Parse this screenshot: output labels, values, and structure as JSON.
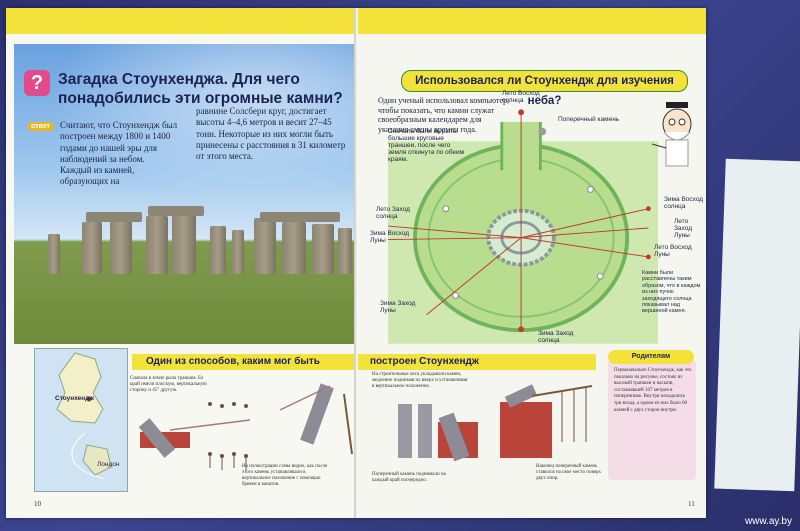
{
  "left_page": {
    "title": "Загадка Стоунхенджа. Для чего понадобились эти огромные камни?",
    "answer_badge": "ответ",
    "paragraph_col1": "Считают, что Стоунхендж был построен между 1800 и 1400 годами до нашей эры для наблюдений за небом. Каждый из камней, образующих на",
    "paragraph_col2": "равнине Солсбери круг, достигает высоты 4–4,6 метров и весит 27–45 тонн. Некоторые из них могли быть принесены с расстояния в 31 километр от этого места.",
    "map_label_stonehenge": "Стоунхендж",
    "map_label_london": "Лондон",
    "page_number": "10",
    "section_heading": "Один из способов, каким мог быть",
    "caption_1": "Сначала в земле рыла траншея. Ее край имели плоскую, вертикальную сторону и 45° другую.",
    "caption_2": "На иллюстрации слева видно, как после этого камень устанавливали в вертикальное положение с помощью бревен и канатов."
  },
  "right_page": {
    "title": "Использовался ли Стоунхендж для изучения неба?",
    "intro": "Один ученый использовал компьютер, чтобы показать, что камни служат своеобразным календарем для указания смены времен года.",
    "note_first": "Сначала были вырыты большие круговые траншеи, после чего земля откинута по обеим краям.",
    "label_summer_sunrise": "Лето Восход солнца",
    "label_heel_stone": "Поперечный камень",
    "label_summer_sunset": "Лето Заход солнца",
    "label_winter_moonrise": "Зима Восход Луны",
    "label_winter_sunrise": "Зима Восход солнца",
    "label_summer_moonrise": "Лето Заход Луны",
    "label_summer_moon": "Лето Восход Луны",
    "label_winter_moonset": "Зима Заход Луны",
    "label_winter_sunset": "Зима Заход солнца",
    "side_note": "Камни были расставлены таким образом, что в каждом из них пучок заходящего солнца показывал над вершиной камня.",
    "section_heading_cont": "построен Стоунхендж",
    "caption_3": "На строительные леса укладывали камни, медленно поднимая их вверх и устанавливая в вертикальное положение.",
    "caption_4": "Поперечный камень поднимали на каждый край поочередно.",
    "caption_5": "Наконец поперечный камень ставился на свое место поверх двух опор.",
    "pink_heading": "Родителям",
    "pink_text": "Первоначально Стоунхендж, как это показано на рисунке, состоял из высокой траншеи и насыпи, составлявшей 107 метров в поперечнике. Внутри находились три входа, а одном из них было 60 камней с двух сторон внутри.",
    "page_number": "11"
  },
  "watermark": "www.ay.by",
  "colors": {
    "yellow": "#f3e23a",
    "title_blue": "#1c2352",
    "question_pink": "#e34a8b",
    "sky": "#6aa2df",
    "grass": "#6e8c3c"
  }
}
